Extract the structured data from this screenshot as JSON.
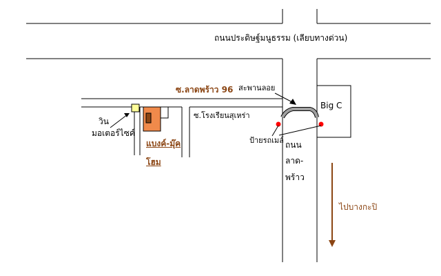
{
  "labels": {
    "main_road": "ถนนประดิษฐ์มนูธรรม (เลียบทางด่วน)",
    "soi": "ซ.ลาดพร้าว 96",
    "overpass": "สะพานลอย",
    "big_c": "Big C",
    "school_lane": "ซ.โรงเรียนสุเหร่า",
    "win_line1": "วิน",
    "win_line2": "มอเตอร์ไซค์",
    "home_line1": "แบงค์-มุ๊ค",
    "home_line2": "โฮม",
    "bus_stop": "ป้ายรถเมล์",
    "lat_road_line1": "ถนน",
    "lat_road_line2": "ลาด-",
    "lat_road_line3": "พร้าว",
    "direction": "ไปบางกะปิ"
  },
  "colors": {
    "road_line": "#000000",
    "home_block": "#f08a4b",
    "home_inner": "#8b4513",
    "motorbike_stand": "#ffff99",
    "overpass": "#a0a0a0",
    "bus_stop": "#ff0000",
    "direction_arrow": "#8b4513",
    "highlight_text": "#8b4513"
  },
  "icons": {
    "bus_stop": "red-dot-icon",
    "overpass_pointer": "arrow-icon",
    "direction": "down-arrow-icon"
  }
}
